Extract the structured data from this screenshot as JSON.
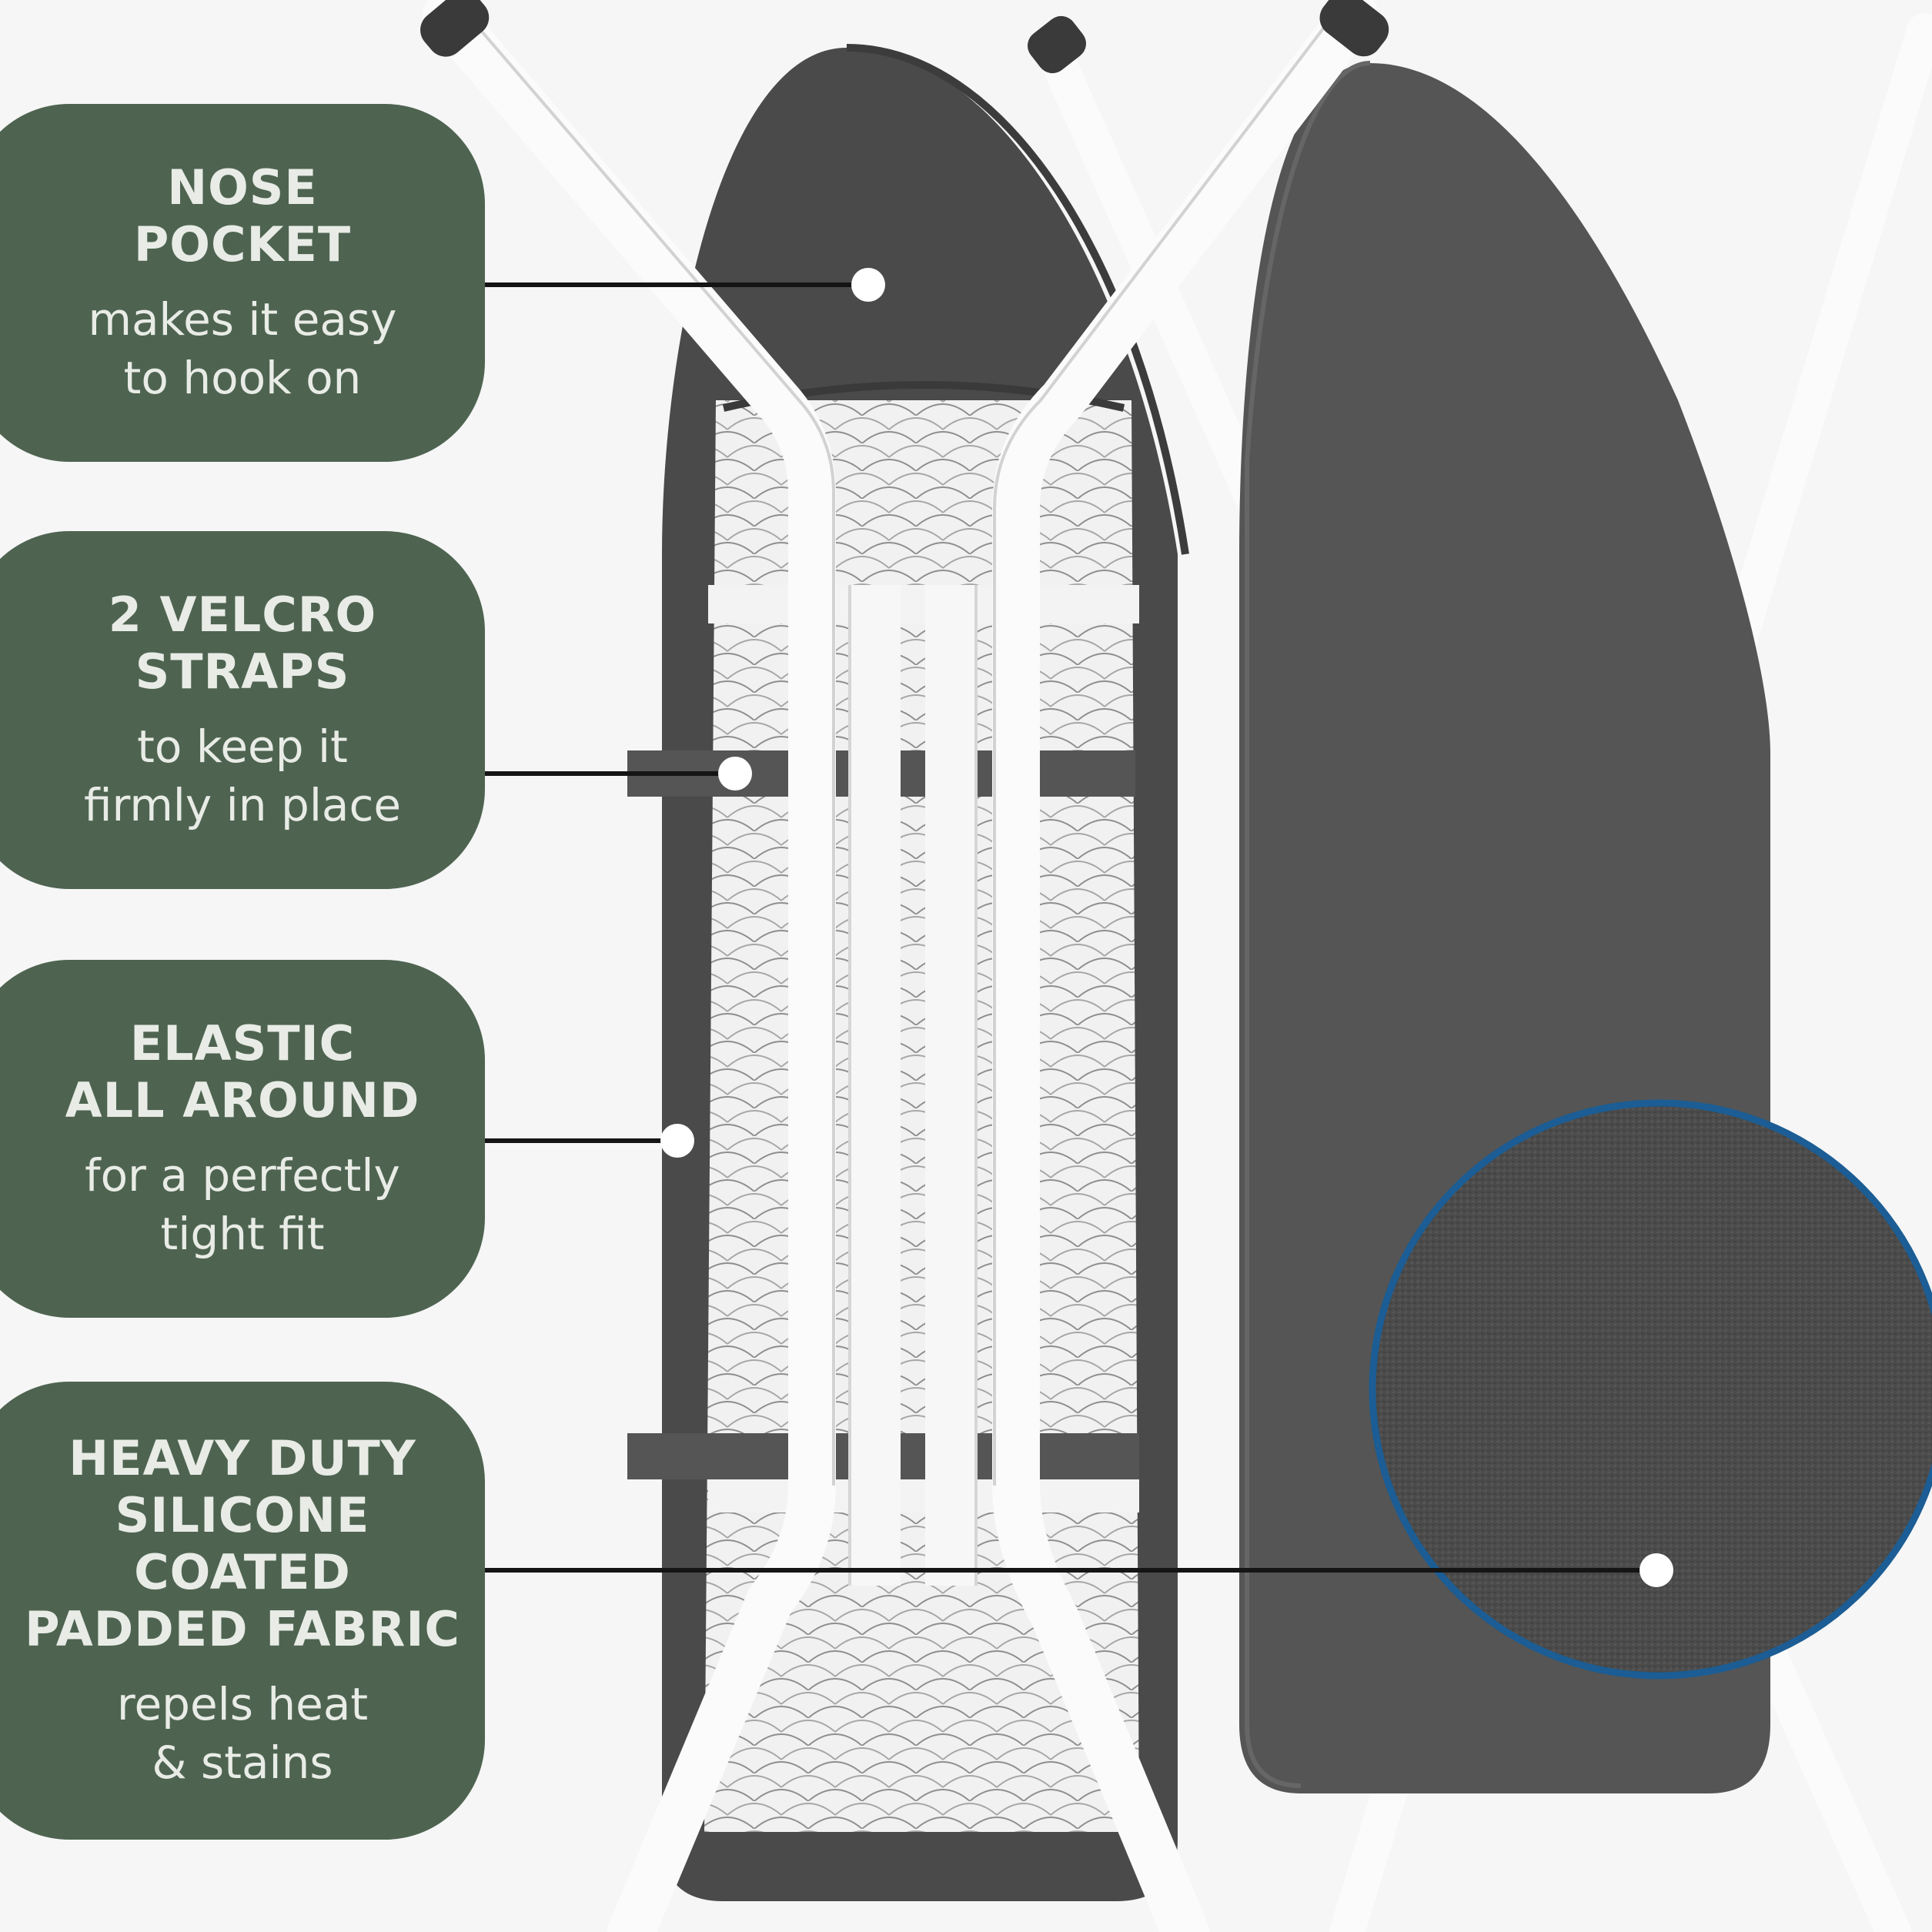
{
  "colors": {
    "callout_bg": "#4e6451",
    "callout_text": "#e9ece6",
    "cover_dark": "#4a4a4a",
    "cover_flat": "#555555",
    "frame": "#f4f4f4",
    "zoom_ring": "#1b5d94",
    "leader": "#151515",
    "dot": "#ffffff"
  },
  "callouts": [
    {
      "title": "NOSE\nPOCKET",
      "subtitle": "makes it easy\nto hook on"
    },
    {
      "title": "2 VELCRO\nSTRAPS",
      "subtitle": "to keep it\nfirmly in place"
    },
    {
      "title": "ELASTIC\nALL AROUND",
      "subtitle": "for a perfectly\ntight fit"
    },
    {
      "title": "HEAVY DUTY\nSILICONE COATED\nPADDED FABRIC",
      "subtitle": "repels heat\n& stains"
    }
  ]
}
